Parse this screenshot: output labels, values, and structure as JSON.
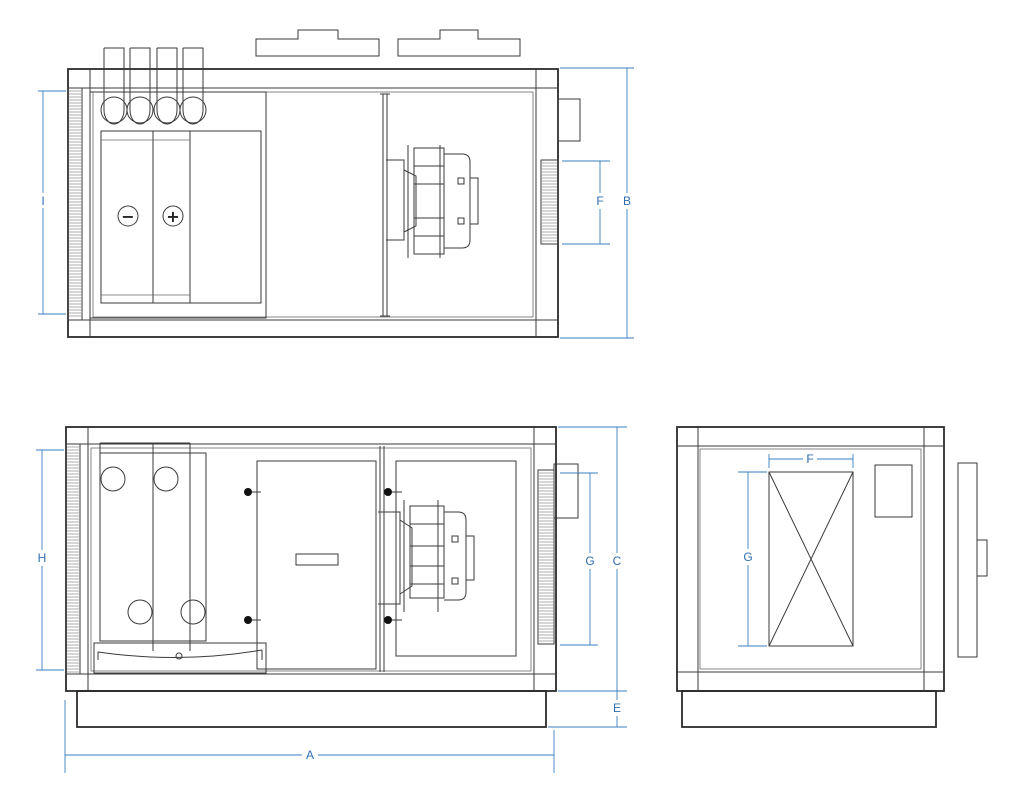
{
  "dimension_labels": {
    "A": "A",
    "B": "B",
    "C": "C",
    "E": "E",
    "F_top": "F",
    "F_side": "F",
    "G_front": "G",
    "G_side": "G",
    "H": "H",
    "I": "I"
  },
  "symbols": {
    "minus": "−",
    "plus": "+"
  },
  "colors": {
    "line": "#3a3a3a",
    "dimension": "#3a7fc0"
  }
}
